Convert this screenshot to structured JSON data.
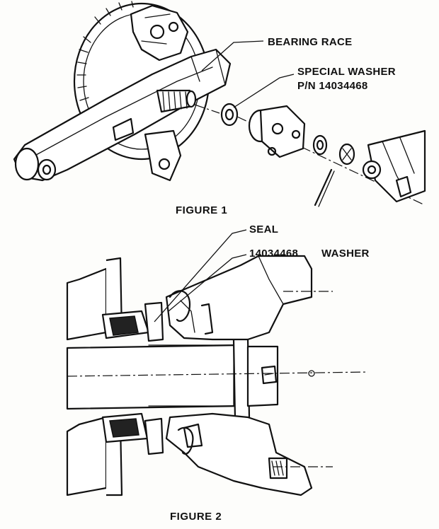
{
  "figure1": {
    "caption": "FIGURE 1",
    "labels": {
      "bearing_race": "BEARING RACE",
      "special_washer_line1": "SPECIAL WASHER",
      "special_washer_line2": "P/N 14034468"
    }
  },
  "figure2": {
    "caption": "FIGURE 2",
    "labels": {
      "seal": "SEAL",
      "part_number": "14034468",
      "washer": "WASHER"
    }
  }
}
